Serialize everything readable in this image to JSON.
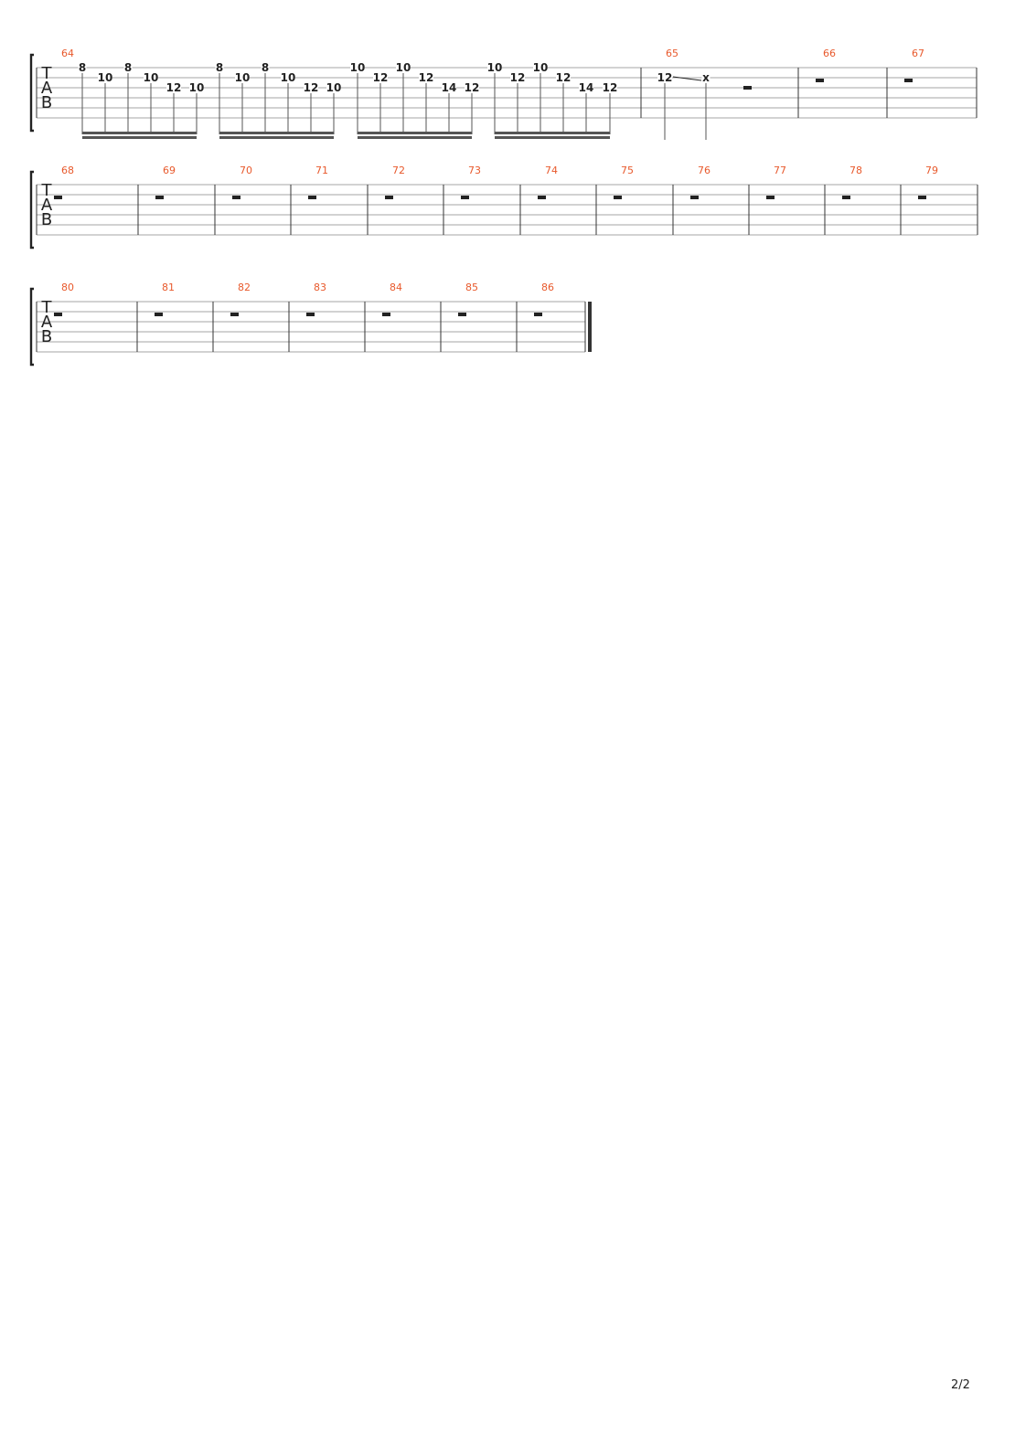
{
  "page": {
    "number": "2/2"
  },
  "colors": {
    "staff_line": "#a6a6a6",
    "barline": "#333333",
    "measure_number": "#e8592c",
    "fret": "#222222",
    "beam": "#555555",
    "clef": "#222222"
  },
  "clef": [
    "T",
    "A",
    "B"
  ],
  "systems": [
    {
      "measures": [
        {
          "number": "64",
          "notes": [
            {
              "fret": "8",
              "string": 1
            },
            {
              "fret": "10",
              "string": 2
            },
            {
              "fret": "8",
              "string": 1
            },
            {
              "fret": "10",
              "string": 2
            },
            {
              "fret": "12",
              "string": 3
            },
            {
              "fret": "10",
              "string": 3
            },
            {
              "fret": "8",
              "string": 1
            },
            {
              "fret": "10",
              "string": 2
            },
            {
              "fret": "8",
              "string": 1
            },
            {
              "fret": "10",
              "string": 2
            },
            {
              "fret": "12",
              "string": 3
            },
            {
              "fret": "10",
              "string": 3
            },
            {
              "fret": "10",
              "string": 1
            },
            {
              "fret": "12",
              "string": 2
            },
            {
              "fret": "10",
              "string": 1
            },
            {
              "fret": "12",
              "string": 2
            },
            {
              "fret": "14",
              "string": 3
            },
            {
              "fret": "12",
              "string": 3
            },
            {
              "fret": "10",
              "string": 1
            },
            {
              "fret": "12",
              "string": 2
            },
            {
              "fret": "10",
              "string": 1
            },
            {
              "fret": "12",
              "string": 2
            },
            {
              "fret": "14",
              "string": 3
            },
            {
              "fret": "12",
              "string": 3
            }
          ],
          "beam_groups": [
            [
              0,
              5
            ],
            [
              6,
              11
            ],
            [
              12,
              17
            ],
            [
              18,
              23
            ]
          ]
        },
        {
          "number": "65",
          "notes": [
            {
              "fret": "12",
              "string": 2
            },
            {
              "fret": "x",
              "string": 2
            }
          ],
          "slide": [
            0,
            1
          ],
          "rest": "half"
        },
        {
          "number": "66",
          "rest": "whole"
        },
        {
          "number": "67",
          "rest": "whole"
        }
      ]
    },
    {
      "measures": [
        {
          "number": "68",
          "rest": "whole"
        },
        {
          "number": "69",
          "rest": "whole"
        },
        {
          "number": "70",
          "rest": "whole"
        },
        {
          "number": "71",
          "rest": "whole"
        },
        {
          "number": "72",
          "rest": "whole"
        },
        {
          "number": "73",
          "rest": "whole"
        },
        {
          "number": "74",
          "rest": "whole"
        },
        {
          "number": "75",
          "rest": "whole"
        },
        {
          "number": "76",
          "rest": "whole"
        },
        {
          "number": "77",
          "rest": "whole"
        },
        {
          "number": "78",
          "rest": "whole"
        },
        {
          "number": "79",
          "rest": "whole"
        }
      ]
    },
    {
      "measures": [
        {
          "number": "80",
          "rest": "whole"
        },
        {
          "number": "81",
          "rest": "whole"
        },
        {
          "number": "82",
          "rest": "whole"
        },
        {
          "number": "83",
          "rest": "whole"
        },
        {
          "number": "84",
          "rest": "whole"
        },
        {
          "number": "85",
          "rest": "whole"
        },
        {
          "number": "86",
          "rest": "whole"
        }
      ],
      "final_barline": true
    }
  ]
}
